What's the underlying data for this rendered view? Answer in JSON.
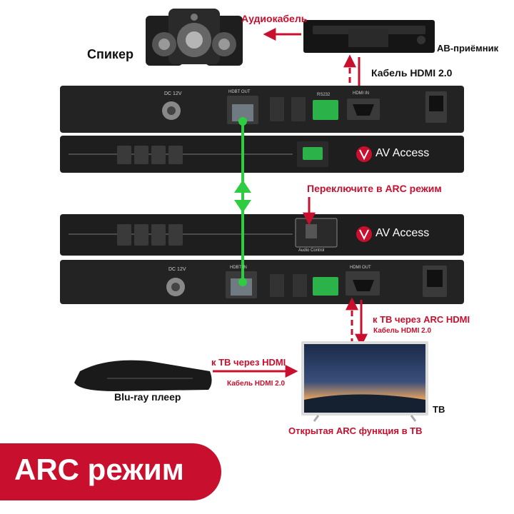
{
  "labels": {
    "speaker": "Спикер",
    "audio_cable": "Аудиокабель",
    "av_receiver": "АВ-приёмник",
    "hdmi_cable_top": "Кабель HDMI 2.0",
    "switch_arc": "Переключите в ARC режим",
    "to_tv_arc": "к ТВ через ARC HDMI",
    "hdmi_cable_arc": "Кабель HDMI 2.0",
    "to_tv_hdmi": "к ТВ через HDMI",
    "hdmi_cable_bluray": "Кабель HDMI 2.0",
    "bluray": "Blu-ray плеер",
    "tv": "ТВ",
    "arc_function": "Открытая ARC функция в ТВ",
    "banner": "ARC режим"
  },
  "device_text": {
    "brand_top": "AV Access",
    "brand_bottom": "AV Access",
    "dc_top": "DC 12V",
    "dc_bottom": "DC 12V",
    "hdbt_out": "HDBT OUT",
    "hdbt_in": "HDBT IN",
    "hdmi_in": "HDMI IN",
    "hdmi_out": "HDMI OUT",
    "rs232": "RS232",
    "audio_control": "Audio Control"
  },
  "colors": {
    "accent_red": "#c8102e",
    "link_green": "#2ecc40",
    "device_dark": "#232323"
  }
}
